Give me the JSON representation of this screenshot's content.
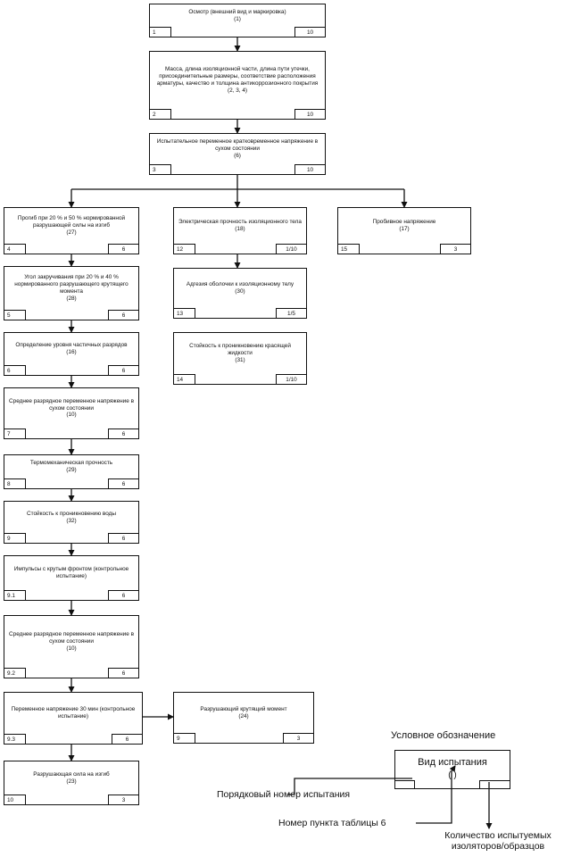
{
  "diagram": {
    "boxes": [
      {
        "id": "b1",
        "text": "Осмотр (внешний вид и маркировка)\n(1)",
        "num": "1",
        "count": "10"
      },
      {
        "id": "b2",
        "text": "Масса, длина изоляционной части, длина пути утечки, присоединительные размеры, соответствие расположения арматуры, качество и толщина антикоррозионного покрытия\n(2, 3, 4)",
        "num": "2",
        "count": "10"
      },
      {
        "id": "b3",
        "text": "Испытательное переменное кратковременное напряжение в сухом состоянии\n(6)",
        "num": "3",
        "count": "10"
      },
      {
        "id": "b4",
        "text": "Прогиб при 20 % и 50 % нормированной разрушающей силы на изгиб\n(27)",
        "num": "4",
        "count": "6"
      },
      {
        "id": "b5",
        "text": "Угол закручивания при 20 % и 40 % нормированного разрушающего крутящего момента\n(28)",
        "num": "5",
        "count": "6"
      },
      {
        "id": "b6",
        "text": "Определение уровня частичных разрядов\n(16)",
        "num": "6",
        "count": "6"
      },
      {
        "id": "b7",
        "text": "Среднее разрядное переменное напряжение в сухом состоянии\n(10)",
        "num": "7",
        "count": "6"
      },
      {
        "id": "b8",
        "text": "Термомеханическая прочность\n(29)",
        "num": "8",
        "count": "6"
      },
      {
        "id": "b9",
        "text": "Стойкость к проникновению воды\n(32)",
        "num": "9",
        "count": "6"
      },
      {
        "id": "b10",
        "text": "Импульсы с крутым фронтом (контрольное испытание)",
        "num": "9.1",
        "count": "6"
      },
      {
        "id": "b11",
        "text": "Среднее разрядное переменное напряжение в сухом состоянии\n(10)",
        "num": "9.2",
        "count": "6"
      },
      {
        "id": "b12",
        "text": "Переменное напряжение 30 мин (контрольное испытание)",
        "num": "9.3",
        "count": "6"
      },
      {
        "id": "b13",
        "text": "Разрушающая сила на изгиб\n(23)",
        "num": "10",
        "count": "3"
      },
      {
        "id": "b14",
        "text": "Разрушающий крутящий момент\n(24)",
        "num": "9",
        "count": "3"
      },
      {
        "id": "b15",
        "text": "Электрическая прочность изоляционного тела\n(18)",
        "num": "12",
        "count": "1/10"
      },
      {
        "id": "b16",
        "text": "Адгезия оболочки к изоляционному телу\n(30)",
        "num": "13",
        "count": "1/5"
      },
      {
        "id": "b17",
        "text": "Стойкость к проникновению красящей жидкости\n(31)",
        "num": "14",
        "count": "1/10"
      },
      {
        "id": "b18",
        "text": "Пробивное напряжение\n(17)",
        "num": "15",
        "count": "3"
      }
    ]
  },
  "legend": {
    "title": "Условное обозначение",
    "box_label": "Вид испытания",
    "box_paren": "( )",
    "label_seq": "Порядковый номер испытания",
    "label_item": "Номер пункта таблицы 6",
    "label_qty": "Количество испытуемых изоляторов/образцов"
  }
}
